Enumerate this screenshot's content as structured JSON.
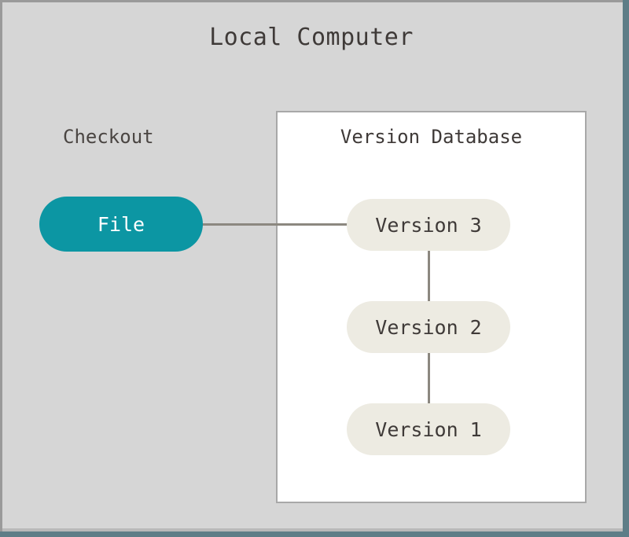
{
  "diagram": {
    "title": "Local Computer",
    "background_color": "#d6d6d6",
    "frame_accent_color": "#5e7d87",
    "sections": {
      "checkout": {
        "label": "Checkout",
        "node": {
          "label": "File",
          "fill_color": "#0c96a3",
          "text_color": "#ffffff"
        }
      },
      "version_database": {
        "title": "Version Database",
        "panel_fill": "#ffffff",
        "panel_border": "#a8a8a8",
        "nodes": [
          {
            "label": "Version 3",
            "fill_color": "#edebe2",
            "text_color": "#3f3a38"
          },
          {
            "label": "Version 2",
            "fill_color": "#edebe2",
            "text_color": "#3f3a38"
          },
          {
            "label": "Version 1",
            "fill_color": "#edebe2",
            "text_color": "#3f3a38"
          }
        ]
      }
    },
    "connectors": [
      {
        "name": "file-to-version-3",
        "orientation": "horizontal",
        "color": "#8c8880"
      },
      {
        "name": "version-3-to-version-2",
        "orientation": "vertical",
        "color": "#8c8880"
      },
      {
        "name": "version-2-to-version-1",
        "orientation": "vertical",
        "color": "#8c8880"
      }
    ]
  }
}
